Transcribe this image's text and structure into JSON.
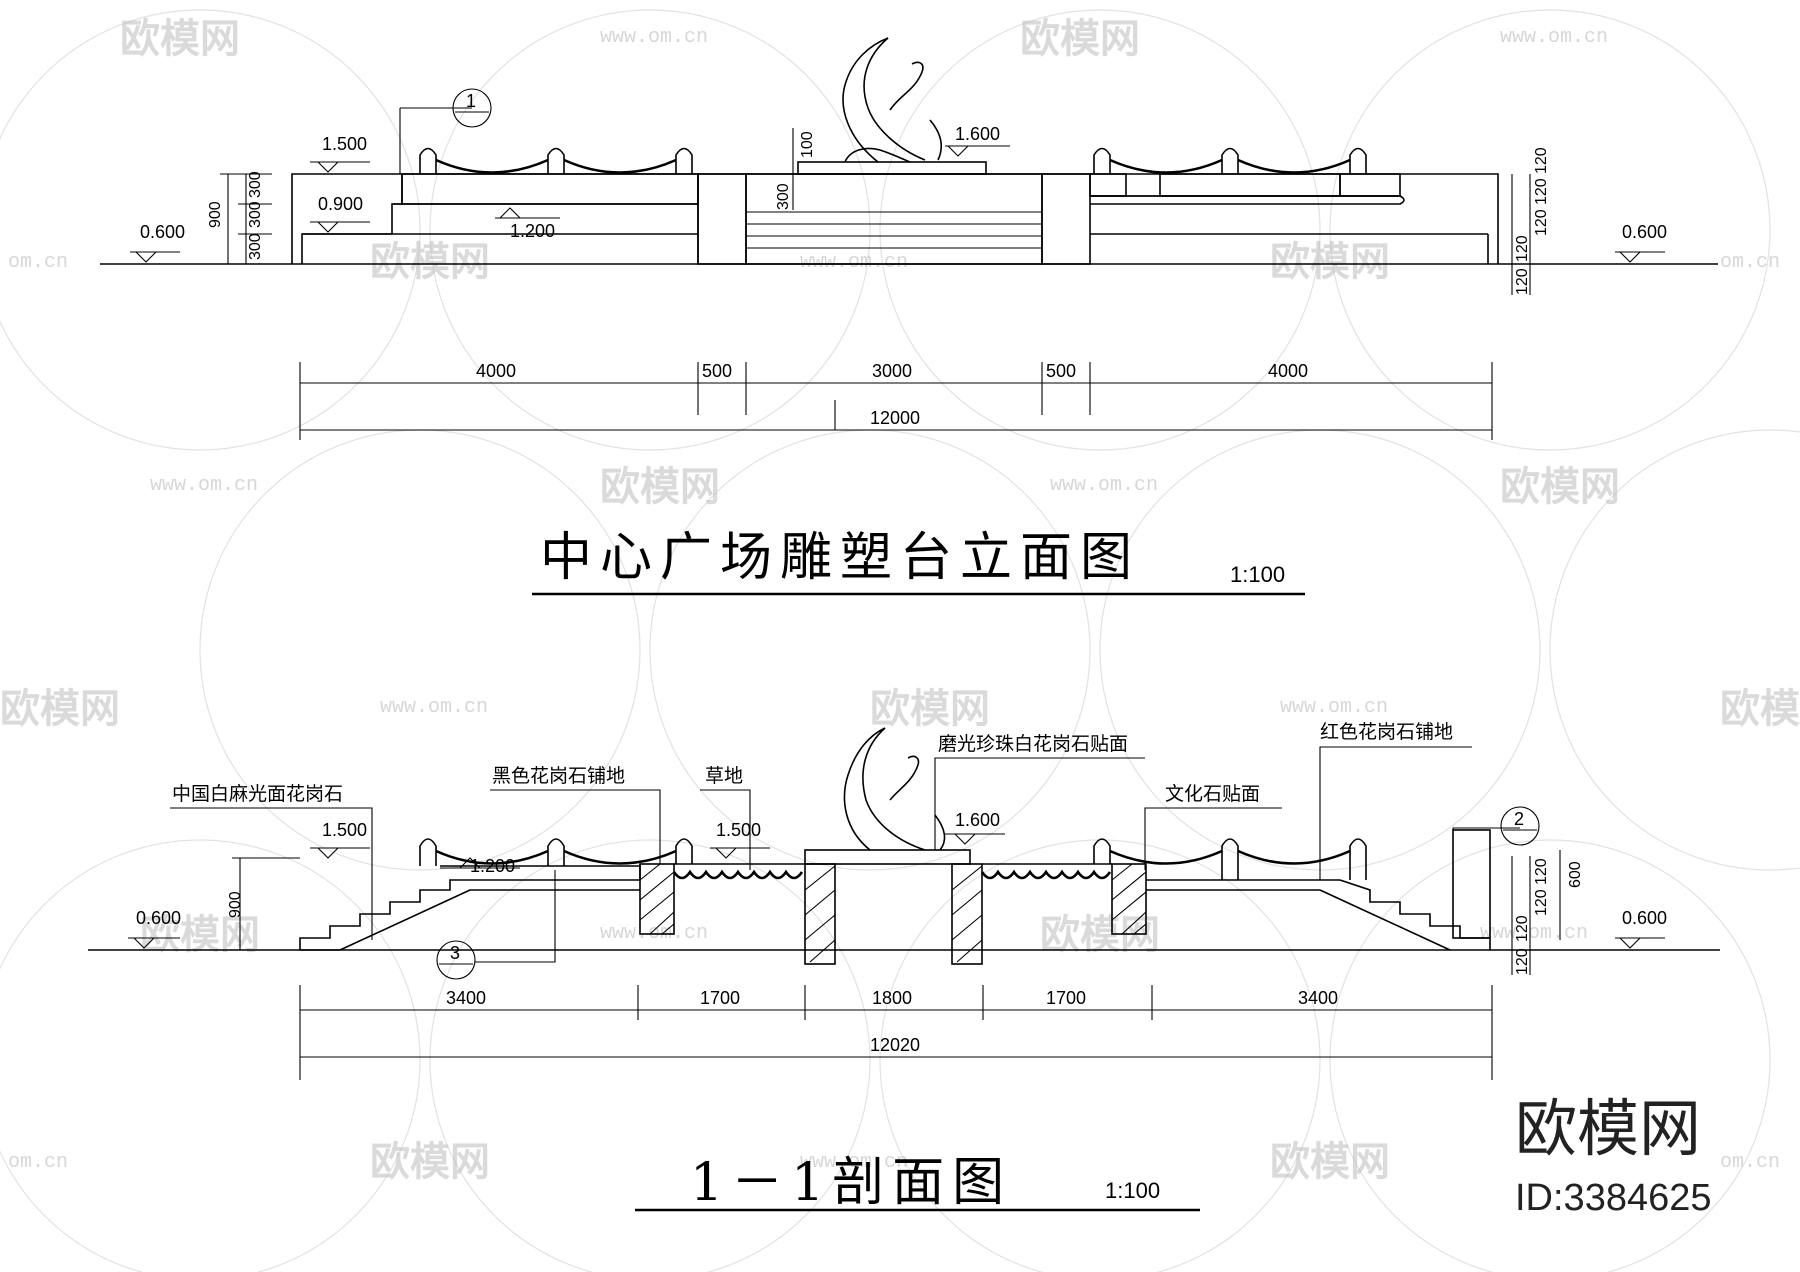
{
  "elevation": {
    "title": "中心广场雕塑台立面图",
    "scale": "1:100",
    "levels": [
      "0.600",
      "1.500",
      "0.900",
      "1.200",
      "1.600",
      "0.600"
    ],
    "dims_segments": [
      "4000",
      "500",
      "3000",
      "500",
      "4000"
    ],
    "dim_total": "12000",
    "dim_left_vertical": [
      "900",
      "300",
      "300",
      "300"
    ],
    "dim_right_vertical": [
      "120",
      "120",
      "120",
      "120",
      "120"
    ],
    "sculpture_dims": [
      "100",
      "300"
    ],
    "callout": "1"
  },
  "section": {
    "title": "1－1剖面图",
    "scale": "1:100",
    "labels": [
      "中国白麻光面花岗石",
      "黑色花岗石铺地",
      "草地",
      "磨光珍珠白花岗石贴面",
      "文化石贴面",
      "红色花岗石铺地"
    ],
    "levels": [
      "1.500",
      "1.200",
      "1.500",
      "1.600",
      "0.600",
      "0.600"
    ],
    "dims_segments": [
      "3400",
      "1700",
      "1800",
      "1700",
      "3400"
    ],
    "dim_total": "12020",
    "dim_left_vertical": "900",
    "dim_right_vertical": [
      "600",
      "120",
      "120",
      "120",
      "120"
    ],
    "callouts": [
      "2",
      "3"
    ]
  },
  "watermark": {
    "brand": "欧模网",
    "url": "www.om.cn",
    "url_short": "om.cn",
    "id": "ID:3384625"
  }
}
